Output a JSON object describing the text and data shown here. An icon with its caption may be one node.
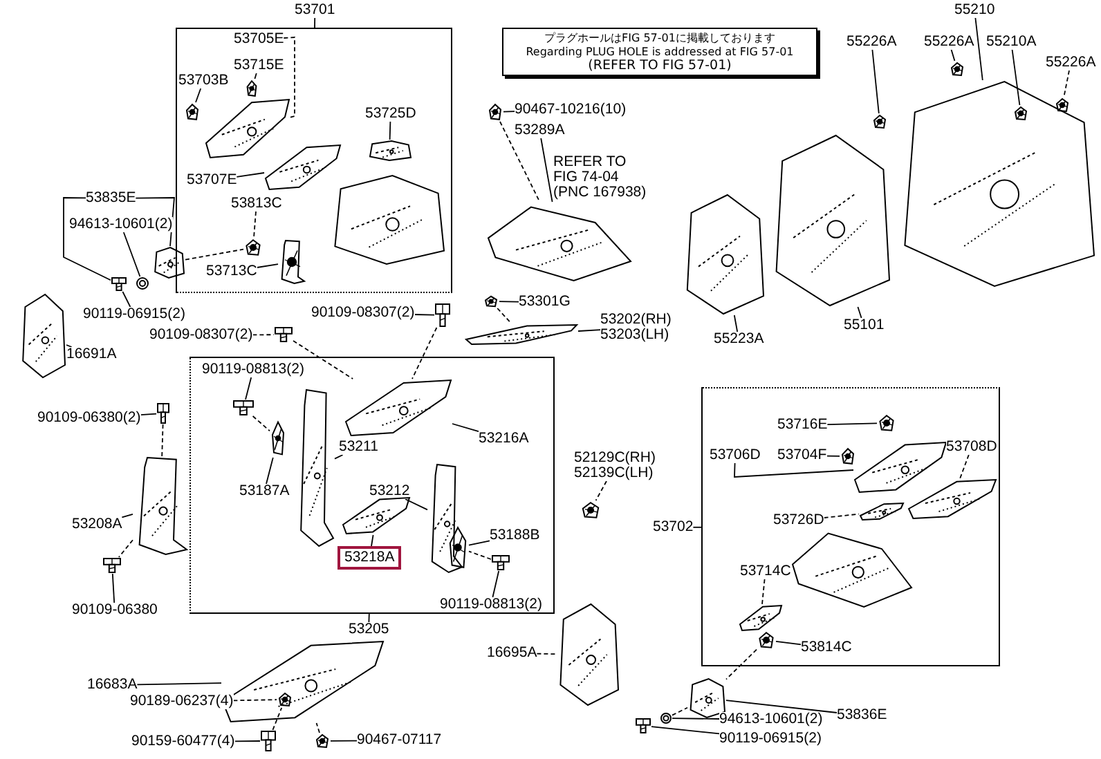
{
  "diagram": {
    "nodes": [
      {
        "text": [],
        "shape": "box"
      },
      {
        "text": [
          "53705E"
        ],
        "in": 0
      },
      {
        "text": [
          "53715E"
        ],
        "in": 0
      },
      {
        "text": [
          "53703B"
        ],
        "in": 0
      },
      {
        "text": [],
        "shape": "picture",
        "in": 0
      },
      {
        "text": [],
        "shape": "picture",
        "in": 0
      },
      {
        "text": [],
        "shape": "picture",
        "in": 0
      },
      {
        "text": [
          "53725D"
        ],
        "in": 0
      },
      {
        "text": [],
        "shape": "picture",
        "in": 0
      },
      {
        "text": [
          "53707E"
        ],
        "in": 0
      },
      {
        "text": [],
        "shape": "picture",
        "in": 0
      },
      {
        "text": [
          "53813C"
        ],
        "in": 0
      },
      {
        "text": [],
        "shape": "picture",
        "in": 0
      },
      {
        "text": [
          "53713C"
        ],
        "in": 0
      },
      {
        "text": [],
        "shape": "picture",
        "in": 0
      },
      {
        "text": [
          "53835E"
        ]
      },
      {
        "text": [
          "94613-10601(2)"
        ]
      },
      {
        "text": [],
        "shape": "picture"
      },
      {
        "text": [],
        "shape": "picture"
      },
      {
        "text": [],
        "shape": "picture"
      },
      {
        "text": [
          "プラグホールはFIG 57-01に掲載しております",
          "Regarding PLUG HOLE is addressed at FIG 57-01",
          "(REFER TO FIG 57-01)"
        ]
      },
      {
        "text": [
          "90467-10216(10)"
        ]
      },
      {
        "text": [],
        "shape": "picture"
      },
      {
        "text": [
          "53289A"
        ]
      },
      {
        "text": [],
        "shape": "picture"
      },
      {
        "text": [
          "53301G"
        ]
      },
      {
        "text": [],
        "shape": "picture"
      },
      {
        "text": [
          "53202(RH)",
          "53203(LH)"
        ]
      },
      {
        "text": [],
        "shape": "picture"
      },
      {
        "text": [
          "55210"
        ]
      },
      {
        "text": [
          "55226A"
        ]
      },
      {
        "text": [
          "55226A"
        ]
      },
      {
        "text": [
          "55210A"
        ]
      },
      {
        "text": [
          "55226A"
        ]
      },
      {
        "text": [],
        "shape": "picture"
      },
      {
        "text": [],
        "shape": "picture"
      },
      {
        "text": [],
        "shape": "picture",
        "in": 38
      },
      {
        "text": [],
        "shape": "picture",
        "in": 38
      },
      {
        "text": [],
        "shape": "picture"
      },
      {
        "text": [],
        "shape": "picture"
      },
      {
        "text": [],
        "shape": "picture"
      },
      {
        "text": [
          "55101"
        ]
      },
      {
        "text": [
          "55223A"
        ]
      },
      {
        "text": [
          "16691A"
        ]
      },
      {
        "text": [],
        "shape": "picture"
      },
      {
        "text": [
          "90109-08307(2)"
        ]
      },
      {
        "text": [],
        "shape": "picture"
      },
      {
        "text": [
          "90109-08307(2)"
        ]
      },
      {
        "text": [],
        "shape": "picture"
      },
      {
        "text": [],
        "shape": "box"
      },
      {
        "text": [
          "90119-08813(2)"
        ],
        "in": 49
      },
      {
        "text": [],
        "shape": "picture",
        "in": 49
      },
      {
        "text": [
          "53187A"
        ],
        "in": 49
      },
      {
        "text": [],
        "shape": "picture",
        "in": 49
      },
      {
        "text": [
          "53211"
        ],
        "in": 49
      },
      {
        "text": [],
        "shape": "picture",
        "in": 49
      },
      {
        "text": [
          "53216A"
        ],
        "in": 49
      },
      {
        "text": [],
        "shape": "picture",
        "in": 49
      },
      {
        "text": [
          "53212"
        ],
        "in": 49
      },
      {
        "text": [],
        "shape": "picture",
        "in": 49
      },
      {
        "text": [
          "53218A"
        ],
        "in": 49
      },
      {
        "text": [],
        "shape": "picture",
        "in": 49
      },
      {
        "text": [
          "53188B"
        ],
        "in": 49
      },
      {
        "text": [],
        "shape": "picture",
        "in": 49
      },
      {
        "text": [
          "90119-08813(2)"
        ],
        "in": 49
      },
      {
        "text": [],
        "shape": "picture",
        "in": 49
      },
      {
        "text": [
          "90109-06380(2)"
        ]
      },
      {
        "text": [],
        "shape": "picture"
      },
      {
        "text": [
          "53208A"
        ]
      },
      {
        "text": [],
        "shape": "picture"
      },
      {
        "text": [],
        "shape": "picture"
      },
      {
        "text": [
          "90109-06380"
        ]
      },
      {
        "text": [
          "52129C(RH)",
          "52139C(LH)"
        ]
      },
      {
        "text": [],
        "shape": "picture"
      },
      {
        "text": [
          "16683A"
        ]
      },
      {
        "text": [],
        "shape": "picture"
      },
      {
        "text": [
          "90189-06237(4)"
        ]
      },
      {
        "text": [],
        "shape": "picture",
        "in": 75
      },
      {
        "text": [
          "90159-60477(4)"
        ]
      },
      {
        "text": [],
        "shape": "picture"
      },
      {
        "text": [
          "90467-07117"
        ]
      },
      {
        "text": [],
        "shape": "picture"
      },
      {
        "text": [
          "16695A"
        ]
      },
      {
        "text": [],
        "shape": "picture"
      },
      {
        "text": [],
        "shape": "box"
      },
      {
        "text": [
          "53716E"
        ],
        "in": 84
      },
      {
        "text": [],
        "shape": "picture",
        "in": 84
      },
      {
        "text": [
          "53706D"
        ],
        "in": 84
      },
      {
        "text": [
          "53704F"
        ],
        "in": 84
      },
      {
        "text": [],
        "shape": "picture",
        "in": 84
      },
      {
        "text": [],
        "shape": "picture",
        "in": 84
      },
      {
        "text": [
          "53708D"
        ],
        "in": 84
      },
      {
        "text": [],
        "shape": "picture",
        "in": 84
      },
      {
        "text": [
          "53726D"
        ],
        "in": 84
      },
      {
        "text": [],
        "shape": "picture",
        "in": 84
      },
      {
        "text": [
          "53714C"
        ],
        "in": 84
      },
      {
        "text": [],
        "shape": "picture",
        "in": 84
      },
      {
        "text": [],
        "shape": "picture",
        "in": 84
      },
      {
        "text": [
          "53814C"
        ],
        "in": 84
      },
      {
        "text": [
          "53836E"
        ]
      },
      {
        "text": [],
        "shape": "picture"
      },
      {
        "text": [
          "94613-10601(2)"
        ]
      },
      {
        "text": [],
        "shape": "picture"
      },
      {
        "text": [
          "90119-06915(2)"
        ]
      },
      {
        "text": [],
        "shape": "picture"
      },
      {
        "text": [
          "53701"
        ]
      },
      {
        "text": [
          "53205"
        ]
      },
      {
        "text": [
          "53702"
        ]
      },
      {
        "text": [
          "90119-06915(2)"
        ]
      }
    ],
    "edges": [
      {
        "from": 1,
        "to": 6,
        "arrow": "none",
        "style": "dashed"
      },
      {
        "from": 2,
        "to": 4,
        "arrow": "none"
      },
      {
        "from": 3,
        "to": 5,
        "arrow": "none"
      },
      {
        "from": 7,
        "to": 8,
        "arrow": "none"
      },
      {
        "from": 9,
        "to": 10,
        "arrow": "none"
      },
      {
        "from": 11,
        "to": 12,
        "arrow": "none",
        "style": "dashed"
      },
      {
        "from": 13,
        "to": 14,
        "arrow": "none"
      },
      {
        "from": 15,
        "to": 19,
        "arrow": "none"
      },
      {
        "from": 15,
        "to": 17,
        "arrow": "none"
      },
      {
        "from": 16,
        "to": 18,
        "arrow": "none"
      },
      {
        "from": 19,
        "to": 12,
        "arrow": "none",
        "style": "dashed"
      },
      {
        "from": 21,
        "to": 22,
        "arrow": "none"
      },
      {
        "from": 22,
        "to": 24,
        "arrow": "none",
        "style": "dashed"
      },
      {
        "from": 23,
        "to": 24,
        "arrow": "none"
      },
      {
        "from": 25,
        "to": 26,
        "arrow": "none"
      },
      {
        "from": 26,
        "to": 28,
        "arrow": "none",
        "style": "dashed"
      },
      {
        "from": 27,
        "to": 28,
        "arrow": "none"
      },
      {
        "from": 29,
        "to": 38,
        "arrow": "none"
      },
      {
        "from": 30,
        "to": 34,
        "arrow": "none"
      },
      {
        "from": 31,
        "to": 35,
        "arrow": "none"
      },
      {
        "from": 32,
        "to": 36,
        "arrow": "none"
      },
      {
        "from": 33,
        "to": 37,
        "arrow": "none",
        "style": "dashed"
      },
      {
        "from": 41,
        "to": 39,
        "arrow": "none"
      },
      {
        "from": 42,
        "to": 40,
        "arrow": "none"
      },
      {
        "from": 43,
        "to": 44,
        "arrow": "none"
      },
      {
        "from": 45,
        "to": 46,
        "arrow": "none",
        "style": "dashed"
      },
      {
        "from": 46,
        "to": 57,
        "arrow": "none",
        "style": "dashed"
      },
      {
        "from": 47,
        "to": 48,
        "arrow": "none"
      },
      {
        "from": 48,
        "to": 57,
        "arrow": "none",
        "style": "dashed"
      },
      {
        "from": 50,
        "to": 51,
        "arrow": "none"
      },
      {
        "from": 51,
        "to": 53,
        "arrow": "none",
        "style": "dashed"
      },
      {
        "from": 52,
        "to": 53,
        "arrow": "none"
      },
      {
        "from": 54,
        "to": 55,
        "arrow": "none"
      },
      {
        "from": 56,
        "to": 57,
        "arrow": "none"
      },
      {
        "from": 58,
        "to": 59,
        "arrow": "none"
      },
      {
        "from": 60,
        "to": 61,
        "arrow": "none"
      },
      {
        "from": 62,
        "to": 63,
        "arrow": "none"
      },
      {
        "from": 64,
        "to": 65,
        "arrow": "none"
      },
      {
        "from": 65,
        "to": 63,
        "arrow": "none",
        "style": "dashed"
      },
      {
        "from": 66,
        "to": 67,
        "arrow": "none"
      },
      {
        "from": 67,
        "to": 69,
        "arrow": "none",
        "style": "dashed"
      },
      {
        "from": 68,
        "to": 69,
        "arrow": "none"
      },
      {
        "from": 69,
        "to": 70,
        "arrow": "none",
        "style": "dashed"
      },
      {
        "from": 71,
        "to": 70,
        "arrow": "none"
      },
      {
        "from": 72,
        "to": 73,
        "arrow": "none",
        "style": "dashed"
      },
      {
        "from": 74,
        "to": 75,
        "arrow": "none"
      },
      {
        "from": 76,
        "to": 77,
        "arrow": "none",
        "style": "dashed"
      },
      {
        "from": 78,
        "to": 79,
        "arrow": "none"
      },
      {
        "from": 79,
        "to": 77,
        "arrow": "none",
        "style": "dashed"
      },
      {
        "from": 80,
        "to": 81,
        "arrow": "none"
      },
      {
        "from": 81,
        "to": 75,
        "arrow": "none",
        "style": "dashed"
      },
      {
        "from": 82,
        "to": 83,
        "arrow": "none",
        "style": "dashed"
      },
      {
        "from": 85,
        "to": 86,
        "arrow": "none"
      },
      {
        "from": 87,
        "to": 90,
        "arrow": "none"
      },
      {
        "from": 88,
        "to": 89,
        "arrow": "none"
      },
      {
        "from": 91,
        "to": 92,
        "arrow": "none",
        "style": "dashed"
      },
      {
        "from": 93,
        "to": 94,
        "arrow": "none",
        "style": "dashed"
      },
      {
        "from": 95,
        "to": 96,
        "arrow": "none",
        "style": "dashed"
      },
      {
        "from": 98,
        "to": 97,
        "arrow": "none"
      },
      {
        "from": 97,
        "to": 100,
        "arrow": "none",
        "style": "dashed"
      },
      {
        "from": 99,
        "to": 100,
        "arrow": "none"
      },
      {
        "from": 101,
        "to": 102,
        "arrow": "none"
      },
      {
        "from": 102,
        "to": 100,
        "arrow": "none",
        "style": "dashed"
      },
      {
        "from": 103,
        "to": 104,
        "arrow": "none"
      },
      {
        "from": 105,
        "to": 0,
        "arrow": "none"
      },
      {
        "from": 49,
        "to": 106,
        "arrow": "none"
      },
      {
        "from": 107,
        "to": 84,
        "arrow": "none"
      },
      {
        "from": 108,
        "to": 17,
        "arrow": "none"
      }
    ],
    "labels": [
      "REFER TO FIG 74-04 (PNC 167938)"
    ]
  }
}
